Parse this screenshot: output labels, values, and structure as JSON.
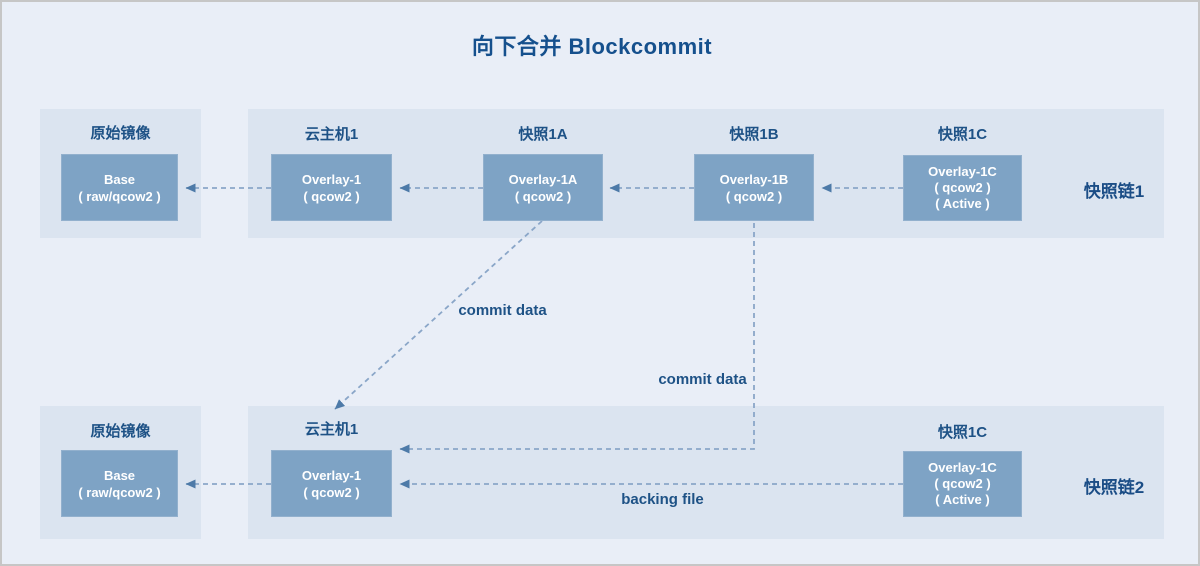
{
  "title": "向下合并 Blockcommit",
  "chain1": {
    "name": "快照链1",
    "origin_label": "原始镜像",
    "base_box": {
      "line1": "Base",
      "line2": "( raw/qcow2 )"
    },
    "host": {
      "label": "云主机1",
      "line1": "Overlay-1",
      "line2": "( qcow2 )"
    },
    "snap1a": {
      "label": "快照1A",
      "line1": "Overlay-1A",
      "line2": "( qcow2 )"
    },
    "snap1b": {
      "label": "快照1B",
      "line1": "Overlay-1B",
      "line2": "( qcow2 )"
    },
    "snap1c": {
      "label": "快照1C",
      "line1": "Overlay-1C",
      "line2": "( qcow2 )",
      "line3": "( Active )"
    }
  },
  "chain2": {
    "name": "快照链2",
    "origin_label": "原始镜像",
    "base_box": {
      "line1": "Base",
      "line2": "( raw/qcow2 )"
    },
    "host": {
      "label": "云主机1",
      "line1": "Overlay-1",
      "line2": "( qcow2 )"
    },
    "snap1c": {
      "label": "快照1C",
      "line1": "Overlay-1C",
      "line2": "( qcow2 )",
      "line3": "( Active )"
    }
  },
  "annotations": {
    "commit_data_upper": "commit data",
    "commit_data_lower": "commit data",
    "backing_file": "backing file"
  },
  "colors": {
    "page_bg": "#e9eef7",
    "panel_bg": "#dbe4f0",
    "node_fill": "#7ea3c5",
    "node_text": "#ffffff",
    "label_text": "#1e5286",
    "title_text": "#15508d",
    "dash_line": "#8aa6c8",
    "arrowhead": "#4d7aa8",
    "outer_border": "#c6c6c6"
  }
}
